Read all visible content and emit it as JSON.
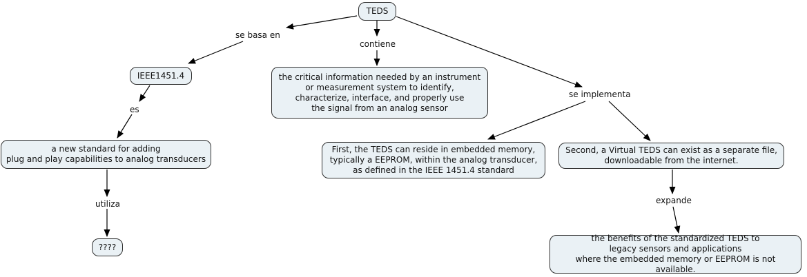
{
  "title": "TEDS concept map",
  "colors": {
    "node_fill": "#eaf1f5",
    "node_border": "#2f2f2f",
    "text": "#111111",
    "arrow": "#000000",
    "background": "#ffffff"
  },
  "nodes": {
    "teds": {
      "label": "TEDS"
    },
    "ieee": {
      "label": "IEEE1451.4"
    },
    "critical_info": {
      "label": "the critical information needed by an instrument\nor measurement system to identify,\ncharacterize, interface, and properly use\nthe signal from an analog sensor"
    },
    "new_standard": {
      "label": "a new standard for adding\nplug and play capabilities to analog transducers"
    },
    "first_embedded": {
      "label": "First, the TEDS can reside in embedded memory,\ntypically a EEPROM, within the analog transducer,\nas defined in the IEEE 1451.4 standard"
    },
    "second_virtual": {
      "label": "Second, a Virtual TEDS can exist as a separate file,\ndownloadable from the internet."
    },
    "unknown": {
      "label": "????"
    },
    "benefits": {
      "label": "the benefits of the standardized TEDS to\nlegacy sensors and applications\nwhere the embedded memory or EEPROM is not available."
    }
  },
  "links": {
    "se_basa_en": "se basa en",
    "contiene": "contiene",
    "se_implementa": "se implementa",
    "es": "es",
    "utiliza": "utiliza",
    "expande": "expande"
  }
}
